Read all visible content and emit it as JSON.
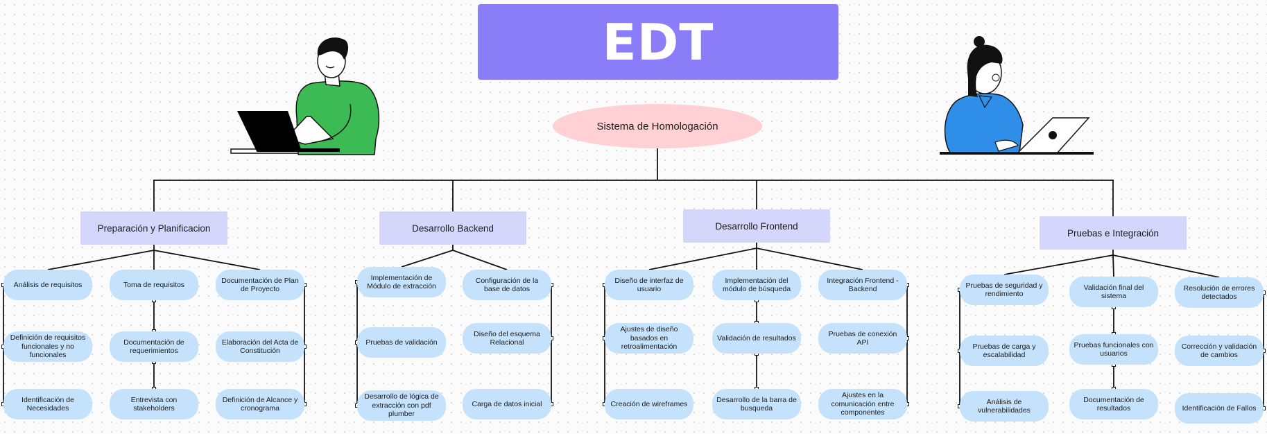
{
  "title": "EDT",
  "root": "Sistema de Homologación",
  "colors": {
    "title_bg": "#8b7cf7",
    "root_bg": "#ffd0d4",
    "category_bg": "#d5d6fb",
    "task_bg": "#c4e2fb",
    "lines": "#111111"
  },
  "illustrations": [
    "man-with-laptop",
    "woman-with-laptop"
  ],
  "groups": [
    {
      "name": "Preparación y Planificacion",
      "columns": [
        [
          "Análisis de requisitos",
          "Definición de requisitos funcionales y no funcionales",
          "Identificación de Necesidades"
        ],
        [
          "Toma de requisitos",
          "Documentación de requerimientos",
          "Entrevista con stakeholders"
        ],
        [
          "Documentación de Plan de Proyecto",
          "Elaboración del Acta de Constitución",
          "Definición de Alcance y cronograma"
        ]
      ]
    },
    {
      "name": "Desarrollo Backend",
      "columns": [
        [
          "Implementación de Módulo de extracción",
          "Pruebas de validación",
          "Desarrollo de lógica de extracción con pdf plumber"
        ],
        [
          "Configuración de la base de datos",
          "Diseño del esquema Relacional",
          "Carga de datos inicial"
        ]
      ]
    },
    {
      "name": "Desarrollo Frontend",
      "columns": [
        [
          "Diseño de interfaz de usuario",
          "Ajustes de diseño basados en retroalimentación",
          "Creación de wireframes"
        ],
        [
          "Implementación del módulo de búsqueda",
          "Validación de resultados",
          "Desarrollo de la barra de busqueda"
        ],
        [
          "Integración Frontend - Backend",
          "Pruebas de conexión API",
          "Ajustes en la comunicación entre componentes"
        ]
      ]
    },
    {
      "name": "Pruebas e Integración",
      "columns": [
        [
          "Pruebas de seguridad y rendimiento",
          "Pruebas de carga y escalabilidad",
          "Análisis de vulnerabilidades"
        ],
        [
          "Validación final del sistema",
          "Pruebas funcionales con usuarios",
          "Documentación de resultados"
        ],
        [
          "Resolución de errores detectados",
          "Corrección y validación de cambios",
          "Identificación de Fallos"
        ]
      ]
    }
  ]
}
